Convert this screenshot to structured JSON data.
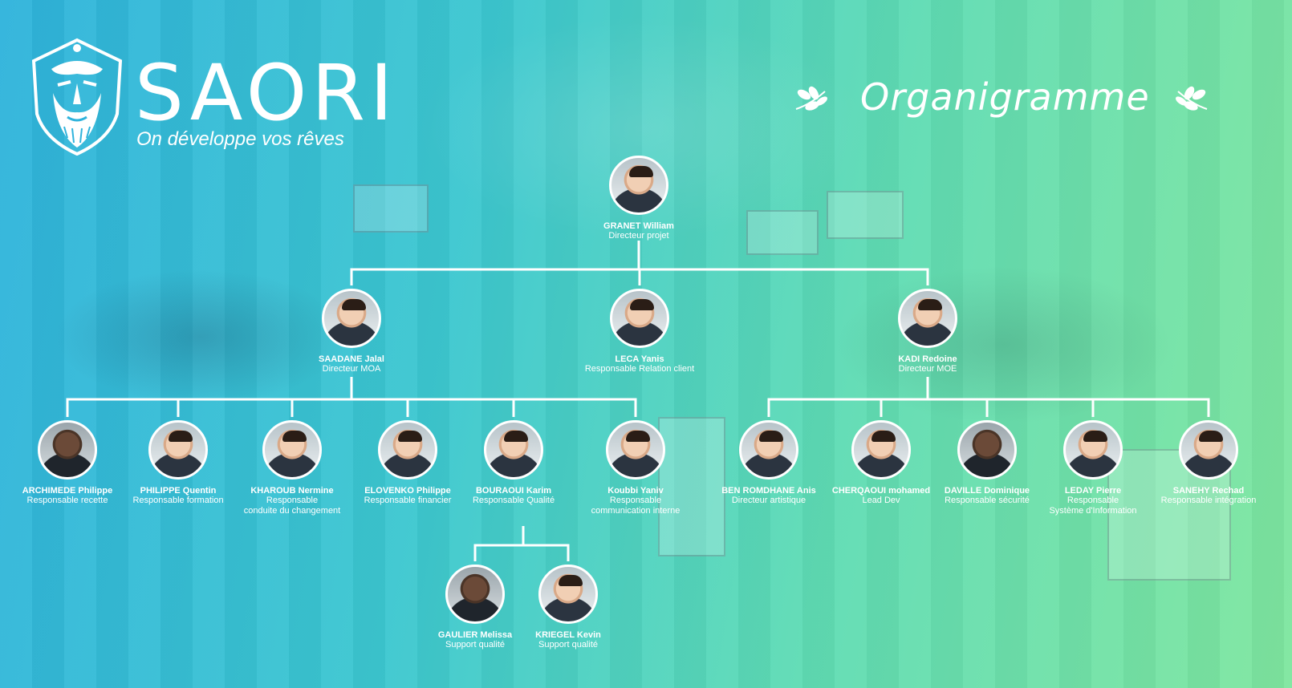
{
  "header": {
    "brand": "SAORI",
    "tagline": "On développe vos rêves",
    "title": "Organigramme"
  },
  "people": {
    "granet": {
      "name": "GRANET William",
      "role": "Directeur projet"
    },
    "saadane": {
      "name": "SAADANE Jalal",
      "role": "Directeur MOA"
    },
    "leca": {
      "name": "LECA Yanis",
      "role": "Responsable Relation client"
    },
    "kadi": {
      "name": "KADI Redoine",
      "role": "Directeur MOE"
    },
    "archimede": {
      "name": "ARCHIMEDE Philippe",
      "role": "Responsable recette"
    },
    "philippe": {
      "name": "PHILIPPE Quentin",
      "role": "Responsable formation"
    },
    "kharoub": {
      "name": "KHAROUB Nermine",
      "role": "Responsable",
      "role2": "conduite du changement"
    },
    "elovenko": {
      "name": "ELOVENKO Philippe",
      "role": "Responsable financier"
    },
    "bouraoui": {
      "name": "BOURAOUI Karim",
      "role": "Responsable Qualité"
    },
    "koubbi": {
      "name": "Koubbi Yaniv",
      "role": "Responsable",
      "role2": "communication interne"
    },
    "benromdhane": {
      "name": "BEN ROMDHANE Anis",
      "role": "Directeur artistique"
    },
    "cherqaoui": {
      "name": "CHERQAOUI mohamed",
      "role": "Lead Dev"
    },
    "daville": {
      "name": "DAVILLE Dominique",
      "role": "Responsable sécurité"
    },
    "leday": {
      "name": "LEDAY Pierre",
      "role": "Responsable",
      "role2": "Système d'Information"
    },
    "sanehy": {
      "name": "SANEHY Rechad",
      "role": "Responsable intégration"
    },
    "gaulier": {
      "name": "GAULIER Melissa",
      "role": "Support qualité"
    },
    "kriegel": {
      "name": "KRIEGEL Kevin",
      "role": "Support qualité"
    }
  },
  "colors": {
    "line": "#ffffff",
    "gradient_start": "#2fb3dc",
    "gradient_end": "#7fe69f"
  },
  "icons": {
    "logo": "zeus-face-shield-icon",
    "laurel": "laurel-icon"
  }
}
